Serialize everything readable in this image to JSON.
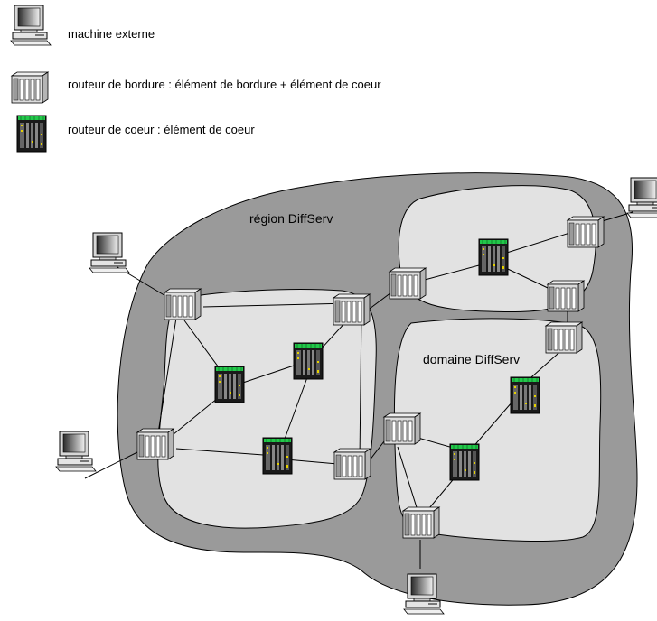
{
  "legend": [
    {
      "icon": "computer-icon",
      "label": "machine externe"
    },
    {
      "icon": "edge-router-icon",
      "label": "routeur de bordure : élément de bordure + élément de coeur"
    },
    {
      "icon": "core-router-icon",
      "label": "routeur de coeur : élément de coeur"
    }
  ],
  "region": {
    "label": "région DiffServ"
  },
  "domain": {
    "label": "domaine DiffServ"
  },
  "colors": {
    "region_fill": "#9a9a9a",
    "domain_fill": "#e2e2e2",
    "router_body": "#dcdcdc",
    "core_body": "#1a1a1a",
    "core_leds": "#22c84a",
    "core_lights": "#e6d200"
  }
}
